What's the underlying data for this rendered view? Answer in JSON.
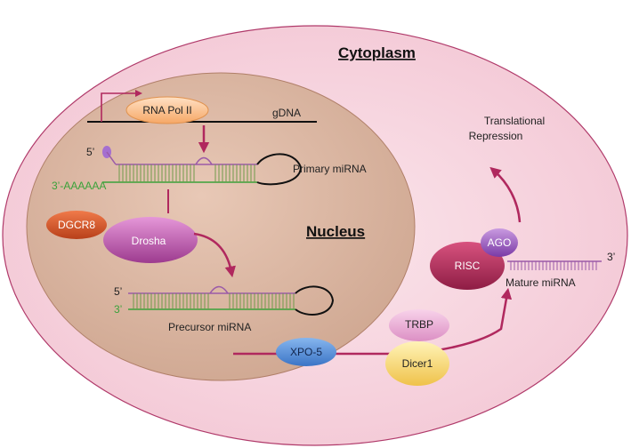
{
  "compartments": {
    "cytoplasm": "Cytoplasm",
    "nucleus": "Nucleus"
  },
  "dna": {
    "gDNA": "gDNA",
    "rna_pol": "RNA Pol II"
  },
  "primary": {
    "label": "Primary miRNA",
    "five_prime": "5’",
    "tail": "3’-AAAAAA"
  },
  "processing": {
    "dgcr8": "DGCR8",
    "drosha": "Drosha"
  },
  "precursor": {
    "label": "Precursor miRNA",
    "five_prime": "5’",
    "three_prime": "3’"
  },
  "export": {
    "xpo5": "XPO-5",
    "trbp": "TRBP",
    "dicer": "Dicer1"
  },
  "mature": {
    "risc": "RISC",
    "ago": "AGO",
    "label": "Mature miRNA",
    "three_prime": "3’"
  },
  "outcome": {
    "line1": "Translational",
    "line2": "Repression"
  },
  "colors": {
    "cytoplasm_fill": "#f7d7e1",
    "cytoplasm_stroke": "#b03a6a",
    "nucleus_fill": "#dcb9a7",
    "arrow": "#b0285e",
    "green_strand": "#3aa23a",
    "purple_strand": "#9b5ba8"
  }
}
